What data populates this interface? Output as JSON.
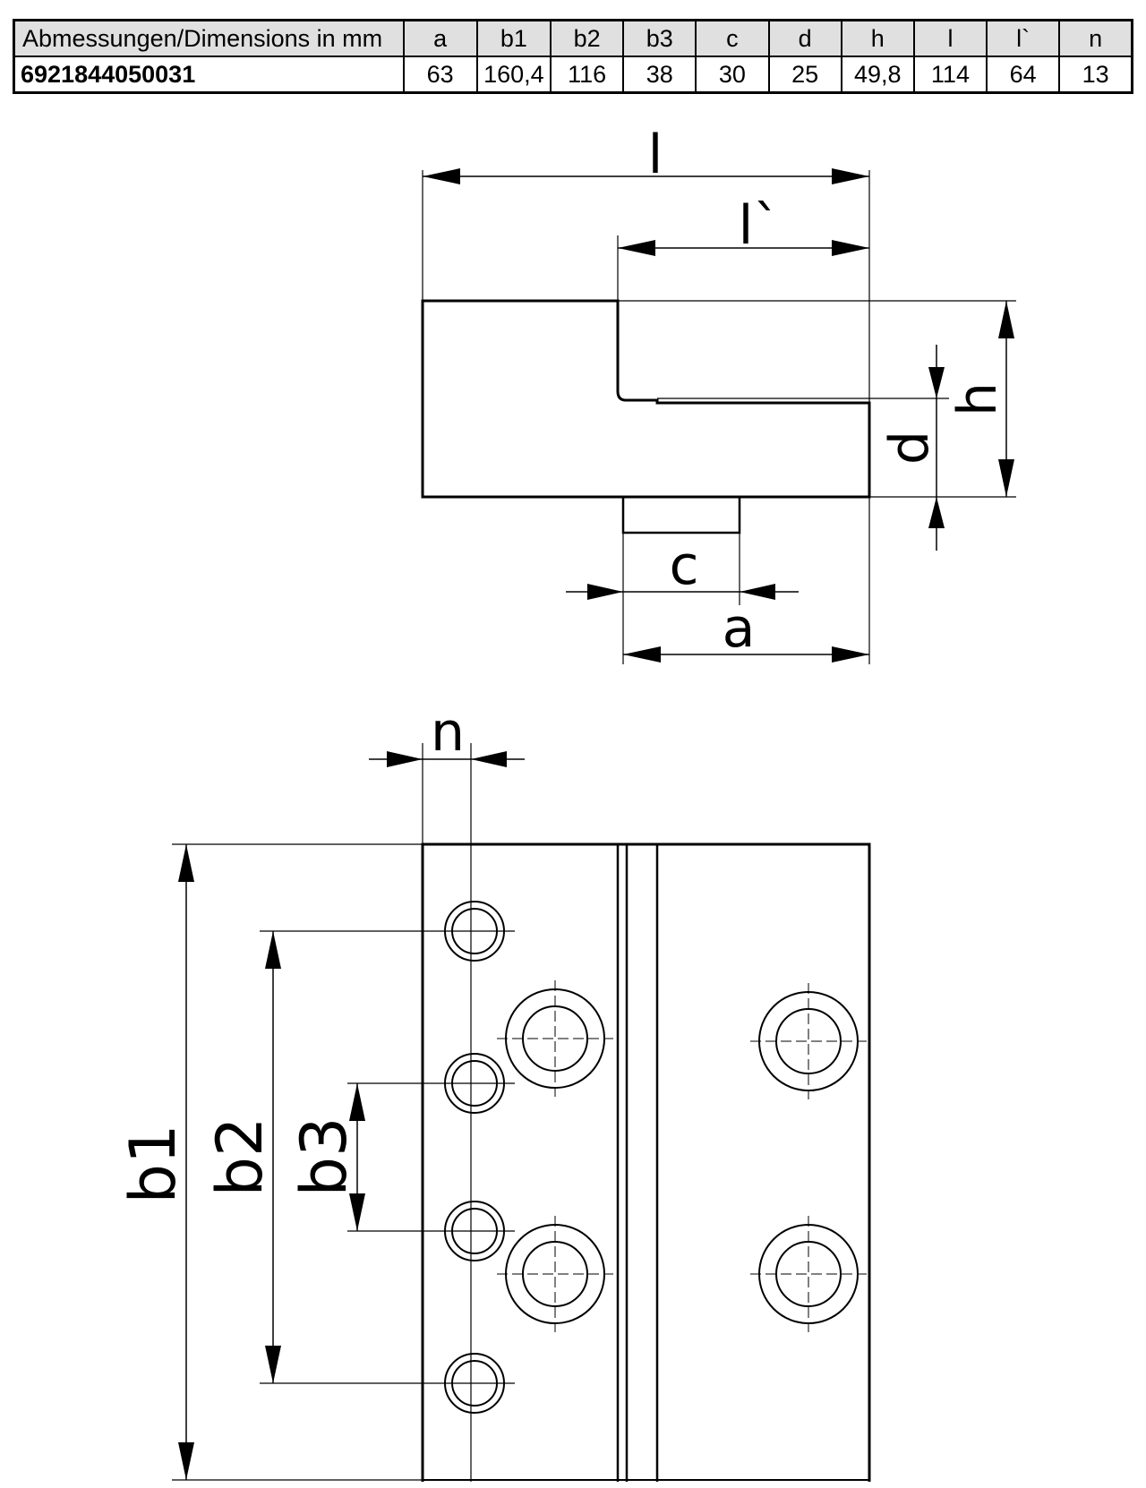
{
  "table": {
    "header_label": "Abmessungen/Dimensions in mm",
    "columns": [
      "a",
      "b1",
      "b2",
      "b3",
      "c",
      "d",
      "h",
      "l",
      "l`",
      "n"
    ],
    "row": {
      "part_number": "6921844050031",
      "values": [
        "63",
        "160,4",
        "116",
        "38",
        "30",
        "25",
        "49,8",
        "114",
        "64",
        "13"
      ]
    }
  },
  "drawing_labels": {
    "l": "l",
    "l_prime": "l`",
    "h": "h",
    "d": "d",
    "c": "c",
    "a": "a",
    "n": "n",
    "b1": "b1",
    "b2": "b2",
    "b3": "b3"
  }
}
